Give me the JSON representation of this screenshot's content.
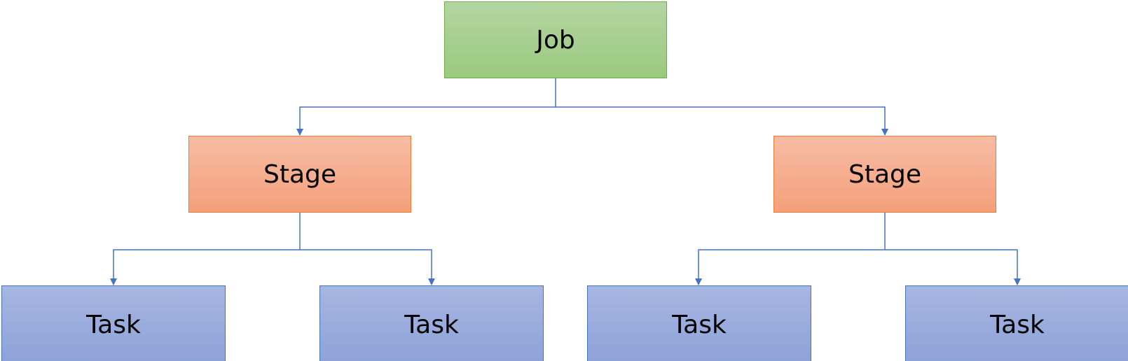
{
  "nodes": {
    "job": "Job",
    "stages": [
      "Stage",
      "Stage"
    ],
    "tasks": [
      "Task",
      "Task",
      "Task",
      "Task"
    ]
  },
  "colors": {
    "job_fill": "#a9d18e",
    "job_border": "#71ad47",
    "stage_fill": "#f4b183",
    "stage_border": "#ed7d31",
    "task_fill": "#8faadc",
    "task_border": "#4472c4",
    "connector": "#4472c4"
  }
}
